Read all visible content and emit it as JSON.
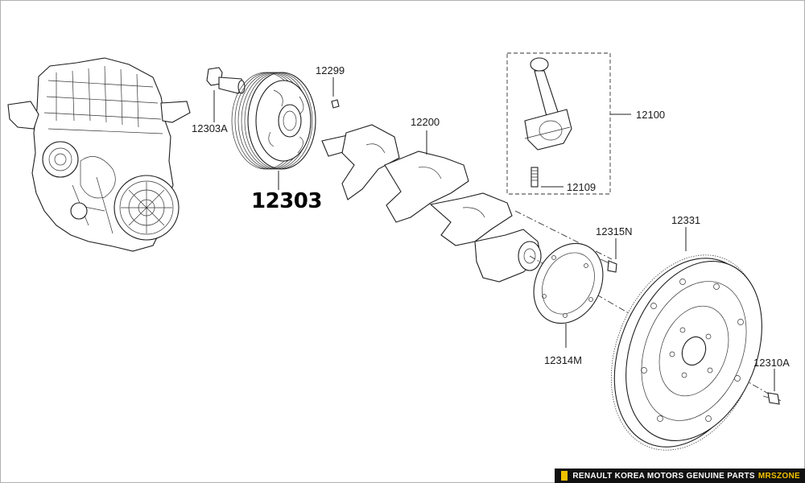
{
  "diagram": {
    "labels": {
      "p12303A": "12303A",
      "p12303": "12303",
      "p12299": "12299",
      "p12200": "12200",
      "p12100": "12100",
      "p12109": "12109",
      "p12315N": "12315N",
      "p12331": "12331",
      "p12314M": "12314M",
      "p12310A": "12310A"
    }
  },
  "footer": {
    "text": "RENAULT KOREA MOTORS GENUINE PARTS",
    "brand": "MRSZONE"
  },
  "colors": {
    "frame": "#b0b0b0",
    "footer_bg": "#111111",
    "brand": "#f2c200"
  }
}
